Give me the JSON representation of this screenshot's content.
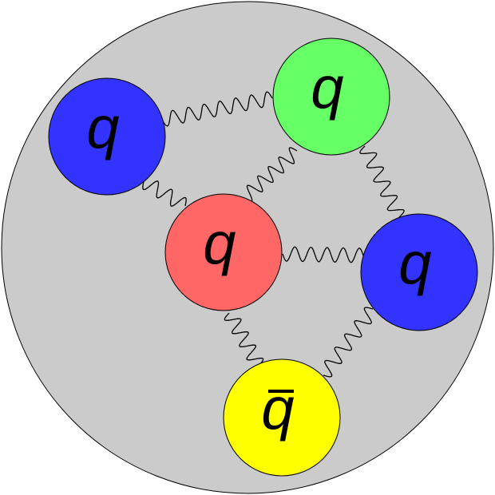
{
  "diagram": {
    "background_color": "#cbcbcb",
    "quarks": [
      {
        "id": "quark-blue-left",
        "label": "q",
        "color": "#3333ff",
        "antiquark": false
      },
      {
        "id": "quark-green",
        "label": "q",
        "color": "#66ff66",
        "antiquark": false
      },
      {
        "id": "quark-red",
        "label": "q",
        "color": "#ff6666",
        "antiquark": false
      },
      {
        "id": "quark-blue-right",
        "label": "q",
        "color": "#3333ff",
        "antiquark": false
      },
      {
        "id": "antiquark-yellow",
        "label": "q",
        "color": "#ffff00",
        "antiquark": true
      }
    ],
    "gluons": [
      [
        "quark-blue-left",
        "quark-green"
      ],
      [
        "quark-blue-left",
        "quark-red"
      ],
      [
        "quark-green",
        "quark-red"
      ],
      [
        "quark-green",
        "quark-blue-right"
      ],
      [
        "quark-red",
        "quark-blue-right"
      ],
      [
        "quark-red",
        "antiquark-yellow"
      ],
      [
        "quark-blue-right",
        "antiquark-yellow"
      ]
    ]
  }
}
